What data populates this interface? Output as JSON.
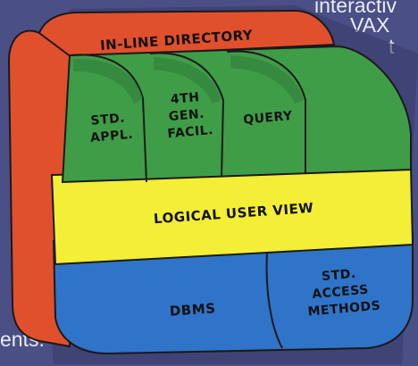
{
  "background_text": {
    "line1": "interactiv",
    "line2": "VAX",
    "line3": "t",
    "line4": "ents."
  },
  "diagram": {
    "top_band": "IN-LINE DIRECTORY",
    "tools": {
      "std_appl": [
        "STD.",
        "APPL."
      ],
      "fourth_gen": [
        "4TH",
        "GEN.",
        "FACIL."
      ],
      "query": [
        "QUERY"
      ]
    },
    "middle_band": "LOGICAL USER VIEW",
    "bottom": {
      "dbms": "DBMS",
      "access": [
        "STD.",
        "ACCESS",
        "METHODS"
      ]
    }
  },
  "colors": {
    "background": "#4a4f86",
    "red": "#e1502c",
    "red_dark": "#c43d1f",
    "green": "#3f9d47",
    "green_dark": "#2f7a3a",
    "yellow": "#f3ee36",
    "blue": "#2f74c8",
    "blue_dark": "#245ea8",
    "outline": "#1a1a1a"
  }
}
